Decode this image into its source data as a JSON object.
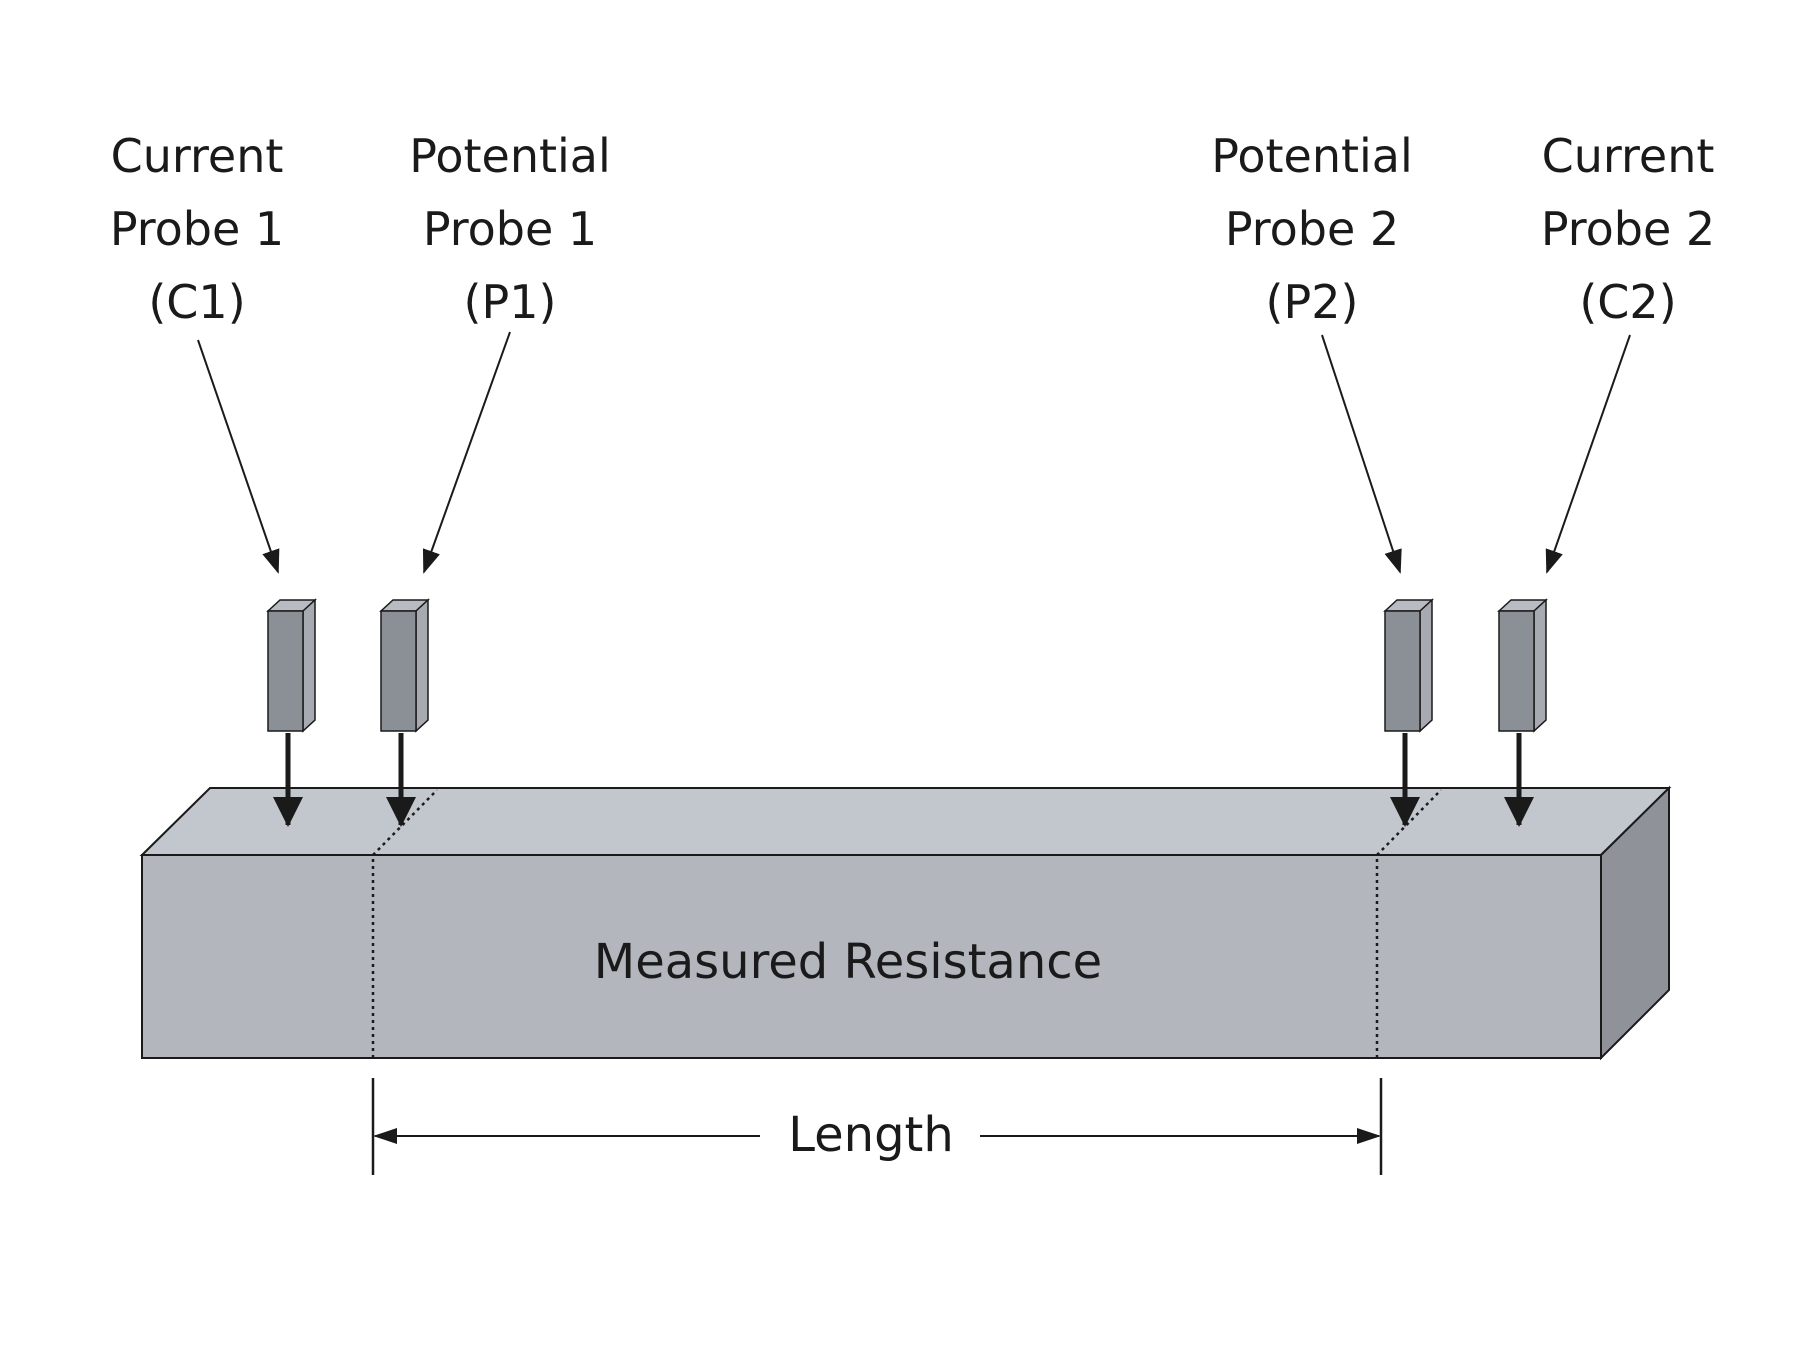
{
  "probes": [
    {
      "id": "c1",
      "line1": "Current",
      "line2": "Probe 1",
      "line3": "(C1)"
    },
    {
      "id": "p1",
      "line1": "Potential",
      "line2": "Probe 1",
      "line3": "(P1)"
    },
    {
      "id": "p2",
      "line1": "Potential",
      "line2": "Probe 2",
      "line3": "(P2)"
    },
    {
      "id": "c2",
      "line1": "Current",
      "line2": "Probe 2",
      "line3": "(C2)"
    }
  ],
  "bar_label": "Measured Resistance",
  "length_label": "Length",
  "colors": {
    "bar_front": "#b3b6bc",
    "bar_top": "#c2c6cd",
    "bar_side": "#8f9399",
    "probe_front": "#8b9096",
    "probe_top": "#b8bcc2",
    "probe_side": "#a7abb1",
    "line": "#1a1a1a"
  }
}
